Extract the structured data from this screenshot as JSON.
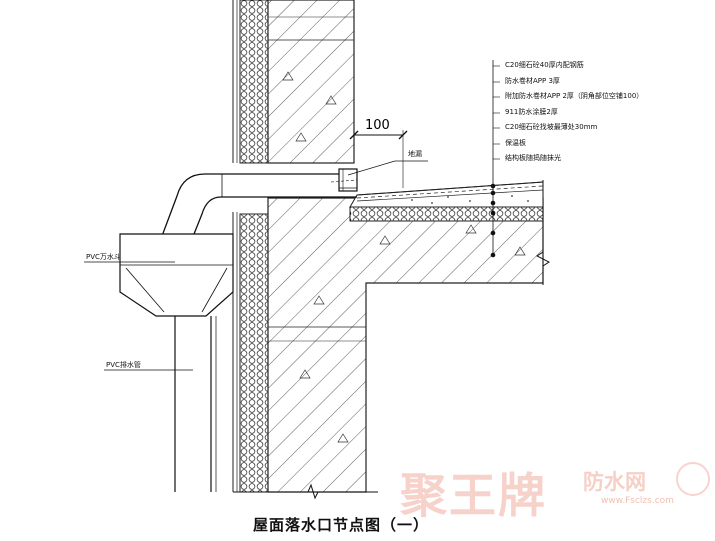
{
  "labels": {
    "layer1": "C20细石砼40厚内配钢筋",
    "layer2": "防水卷材APP 3厚",
    "layer3": "附加防水卷材APP 2厚（阴角部位空铺100）",
    "layer4": "911防水涂膜2厚",
    "layer5": "C20细石砼找坡最薄处30mm",
    "layer6": "保温板",
    "layer7": "结构板随捣随抹光",
    "drain": "地漏",
    "hopper": "PVC万水斗",
    "pipe": "PVC排水管"
  },
  "dimension": "100",
  "caption": "屋面落水口节点图（一）",
  "watermark": {
    "brand": "聚王牌",
    "sub": "防水网",
    "url": "www.Fsclzs.com"
  },
  "colors": {
    "line": "#1a1a1a",
    "watermark": "#f4c2b8"
  }
}
